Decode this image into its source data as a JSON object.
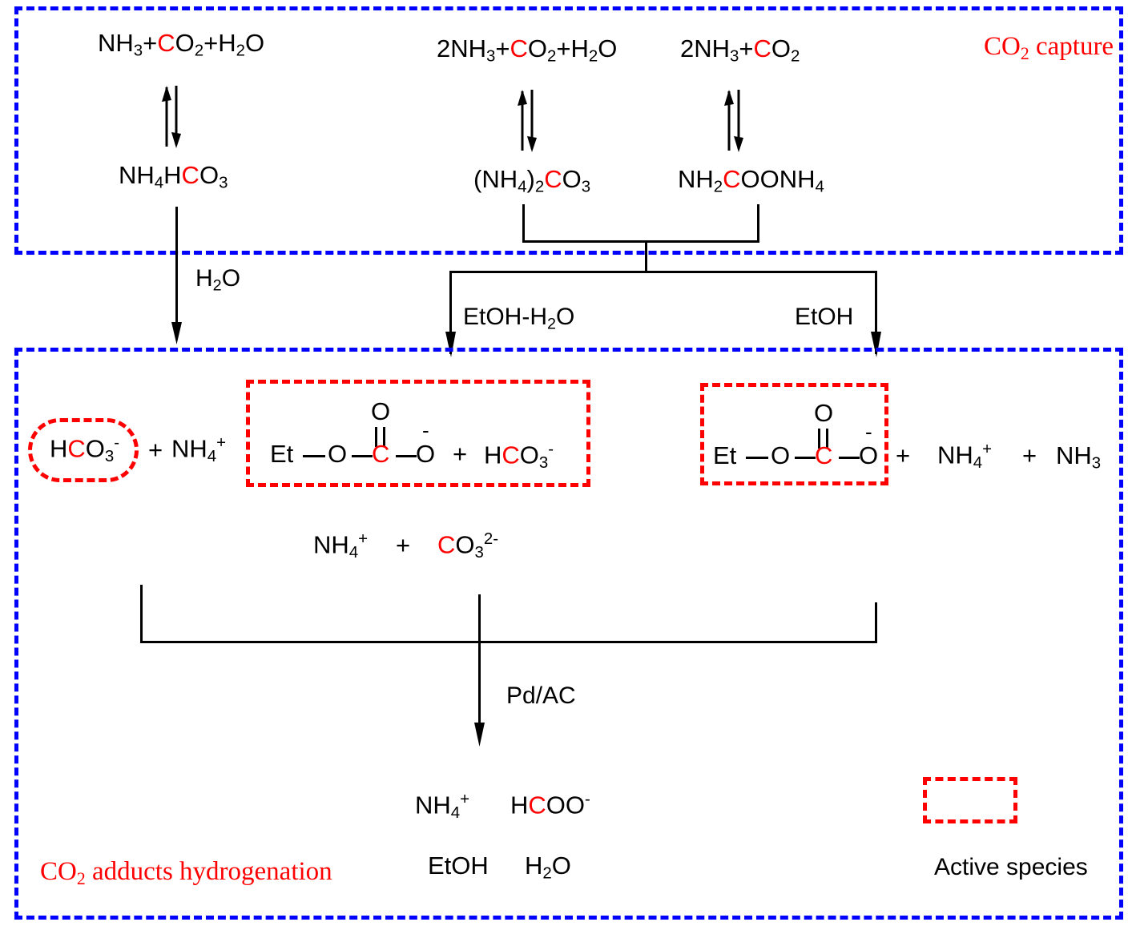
{
  "colors": {
    "accent_red": "#ff0000",
    "section_blue": "#0000ff",
    "text_black": "#000000",
    "background": "#ffffff"
  },
  "sections": {
    "capture": {
      "label": "CO2 capture",
      "label_html": "CO<sub>2</sub> capture"
    },
    "hydrogenation": {
      "label": "CO2 adducts hydrogenation",
      "label_html": "CO<sub>2</sub> adducts hydrogenation"
    }
  },
  "capture_reactions": [
    {
      "id": "bicarbonate",
      "reactants": "NH3+CO2+H2O",
      "reactants_html": "NH<sub>3</sub>+<span class=\"red\">C</span>O<sub>2</sub>+H<sub>2</sub>O",
      "product": "NH4HCO3",
      "product_html": "NH<sub>4</sub>H<span class=\"red\">C</span>O<sub>3</sub>",
      "equilibrium": true
    },
    {
      "id": "carbonate",
      "reactants": "2NH3+CO2+H2O",
      "reactants_html": "2NH<sub>3</sub>+<span class=\"red\">C</span>O<sub>2</sub>+H<sub>2</sub>O",
      "product": "(NH4)2CO3",
      "product_html": "(NH<sub>4</sub>)<sub>2</sub><span class=\"red\">C</span>O<sub>3</sub>",
      "equilibrium": true
    },
    {
      "id": "carbamate",
      "reactants": "2NH3+CO2",
      "reactants_html": "2NH<sub>3</sub>+<span class=\"red\">C</span>O<sub>2</sub>",
      "product": "NH2COONH4",
      "product_html": "NH<sub>2</sub><span class=\"red\">C</span>OONH<sub>4</sub>",
      "equilibrium": true
    }
  ],
  "solvent_arrows": [
    {
      "id": "water",
      "label": "H2O",
      "label_html": "H<sub>2</sub>O"
    },
    {
      "id": "ethanol-water",
      "label": "EtOH-H2O",
      "label_html": "EtOH-H<sub>2</sub>O"
    },
    {
      "id": "ethanol",
      "label": "EtOH",
      "label_html": "EtOH"
    }
  ],
  "adducts_row": {
    "left": {
      "boxed_species": "HCO3-",
      "boxed_species_html": "H<span class=\"red\">C</span>O<sub>3</sub><sup>-</sup>",
      "plus": "+",
      "counter_ion": "NH4+",
      "counter_ion_html": "NH<sub>4</sub><sup>+</sup>"
    },
    "middle": {
      "structure": {
        "top_atom": "O",
        "left_group": "Et",
        "ester_oxygen": "O",
        "carbon": "C",
        "anion_oxygen": "O",
        "anion_charge": "-",
        "double_bond": true
      },
      "plus": "+",
      "cospecies": "HCO3-",
      "cospecies_html": "H<span class=\"red\">C</span>O<sub>3</sub><sup>-</sup>"
    },
    "right": {
      "structure": {
        "top_atom": "O",
        "left_group": "Et",
        "ester_oxygen": "O",
        "carbon": "C",
        "anion_oxygen": "O",
        "anion_charge": "-",
        "double_bond": true
      },
      "plus1": "+",
      "species1": "NH4+",
      "species1_html": "NH<sub>4</sub><sup>+</sup>",
      "plus2": "+",
      "species2": "NH3",
      "species2_html": "NH<sub>3</sub>"
    }
  },
  "secondary_row": {
    "species1": "NH4+",
    "species1_html": "NH<sub>4</sub><sup>+</sup>",
    "plus": "+",
    "species2": "CO32-",
    "species2_html": "<span class=\"red\">C</span>O<sub>3</sub><sup>2-</sup>"
  },
  "catalyst_arrow": {
    "label": "Pd/AC"
  },
  "products": {
    "row1": [
      {
        "text": "NH4+",
        "html": "NH<sub>4</sub><sup>+</sup>"
      },
      {
        "text": "HCOO-",
        "html": "H<span class=\"red\">C</span>OO<sup>-</sup>"
      }
    ],
    "row2": [
      {
        "text": "EtOH",
        "html": "EtOH"
      },
      {
        "text": "H2O",
        "html": "H<sub>2</sub>O"
      }
    ]
  },
  "legend": {
    "swatch_style": "red-dashed-box",
    "label": "Active species"
  }
}
